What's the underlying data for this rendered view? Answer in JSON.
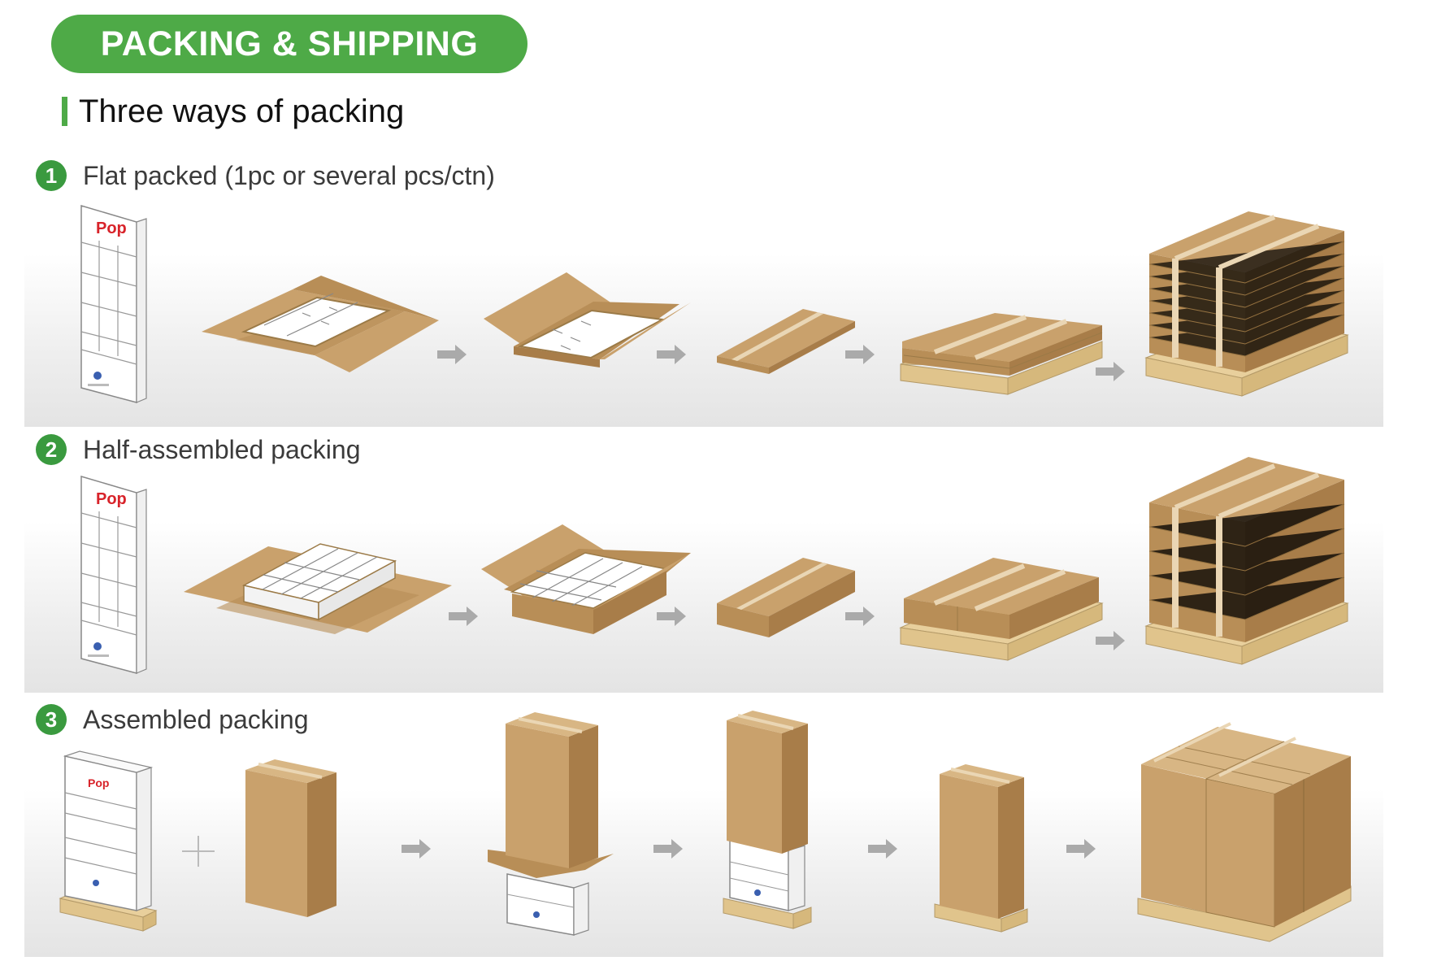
{
  "header": {
    "title": "PACKING & SHIPPING"
  },
  "subtitle": "Three ways of packing",
  "sections": [
    {
      "number": "1",
      "label": "Flat packed (1pc or several pcs/ctn)"
    },
    {
      "number": "2",
      "label": "Half-assembled packing"
    },
    {
      "number": "3",
      "label": "Assembled packing"
    }
  ],
  "display_logo_text": "Pop",
  "colors": {
    "brand_green": "#4eaa47",
    "carton_top": "#c9a16c",
    "carton_left": "#b88e57",
    "carton_right": "#a87d49",
    "pallet": "#e8cf9c",
    "arrow": "#aaaaaa",
    "logo_red": "#d8232a"
  },
  "icons": {
    "arrow": "right-arrow-icon",
    "plus": "plus-icon"
  }
}
